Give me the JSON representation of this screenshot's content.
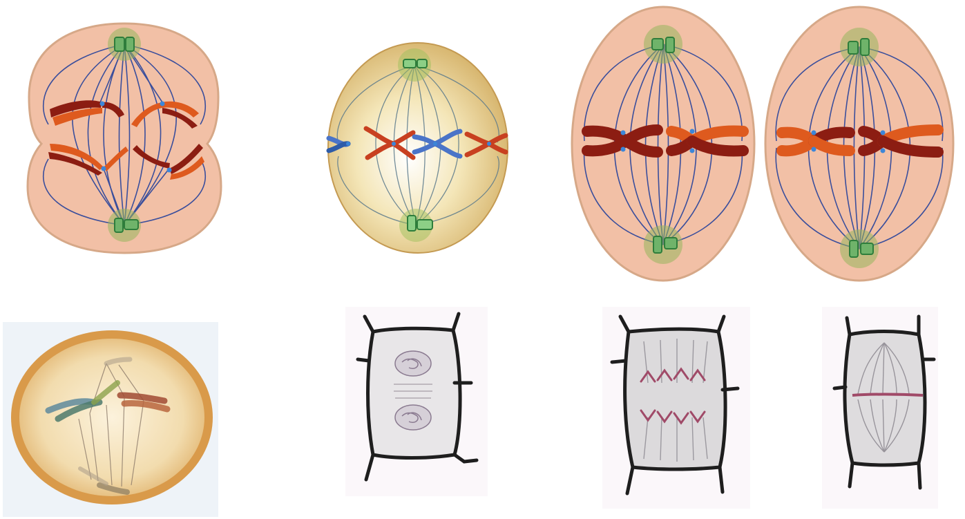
{
  "colors": {
    "cytoplasm_pink": "#f2c0a6",
    "cytoplasm_yellow": "#ecd9a0",
    "cell_outline": "#d6a888",
    "spindle": "#3a4e9c",
    "centrosome": "#97b55c",
    "centriole": "#3a9a48",
    "chromosome_dark": "#8c1d12",
    "chromosome_orange": "#de5a1e",
    "chromosome_blue": "#4a74c8",
    "centromere": "#3c86d8",
    "plant_wall": "#202020",
    "plant_stain": "#a04a68"
  },
  "panels": [
    {
      "id": "animal-anaphase",
      "description_icon": "animal-cell-anaphase-icon"
    },
    {
      "id": "animal-metaphase-yellow",
      "description_icon": "animal-cell-metaphase-icon"
    },
    {
      "id": "animal-two-cells-metaphase",
      "description_icon": "two-animal-cells-metaphase-icon"
    },
    {
      "id": "animal-prometaphase-faded",
      "description_icon": "animal-cell-prometaphase-icon"
    },
    {
      "id": "plant-prophase",
      "description_icon": "plant-cell-prophase-icon"
    },
    {
      "id": "plant-anaphase",
      "description_icon": "plant-cell-anaphase-icon"
    },
    {
      "id": "plant-metaphase",
      "description_icon": "plant-cell-metaphase-icon"
    }
  ]
}
